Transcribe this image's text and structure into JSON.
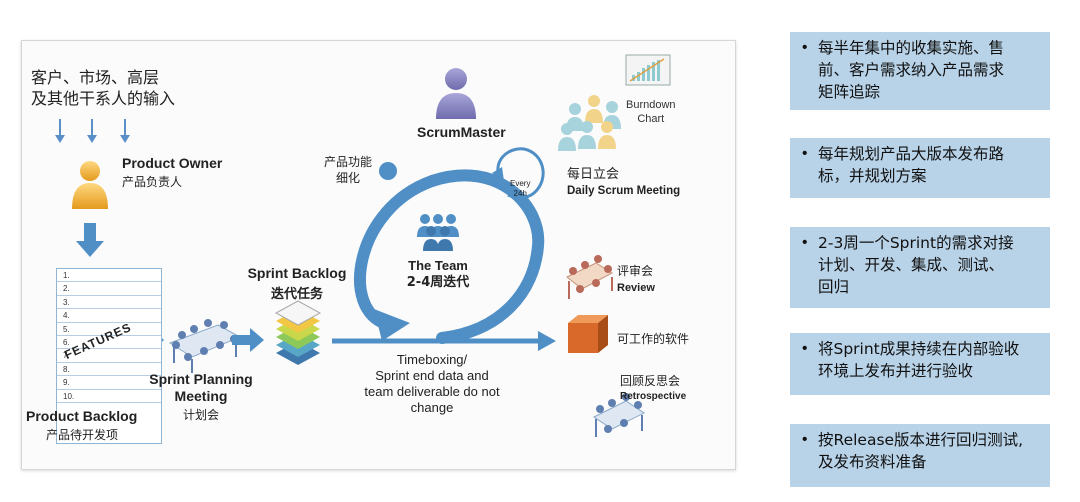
{
  "diagram": {
    "stakeholder_input": [
      "客户、市场、高层",
      "及其他干系人的输入"
    ],
    "product_owner": {
      "title": "Product Owner",
      "subtitle": "产品负责人"
    },
    "scrum_master": "ScrumMaster",
    "burndown": [
      "Burndown",
      "Chart"
    ],
    "daily_scrum": {
      "zh": "每日立会",
      "en": "Daily Scrum Meeting"
    },
    "refine": [
      "产品功能",
      "细化"
    ],
    "every": [
      "Every",
      "24h"
    ],
    "team": [
      "The Team",
      "2-4周迭代"
    ],
    "backlog_items": [
      "1.",
      "2.",
      "3.",
      "4.",
      "5.",
      "6.",
      "7.",
      "8.",
      "9.",
      "10."
    ],
    "features_label": "FEATURES",
    "product_backlog": {
      "title": "Product  Backlog",
      "subtitle": "产品待开发项"
    },
    "sprint_planning": {
      "title": [
        "Sprint Planning",
        "Meeting"
      ],
      "subtitle": "计划会"
    },
    "sprint_backlog": {
      "title": "Sprint Backlog",
      "subtitle": "迭代任务"
    },
    "timeboxing": [
      "Timeboxing/",
      "Sprint end data and",
      "team deliverable do not",
      "change"
    ],
    "review": {
      "zh": "评审会",
      "en": "Review"
    },
    "working_software": "可工作的软件",
    "retrospective": {
      "zh": "回顾反思会",
      "en": "Retrospective"
    }
  },
  "notes": [
    [
      "每半年集中的收集实施、售",
      "前、客户需求纳入产品需求",
      "矩阵追踪"
    ],
    [
      "每年规划产品大版本发布路",
      "标，并规划方案"
    ],
    [
      "2-3周一个Sprint的需求对接",
      "计划、开发、集成、测试、",
      "回归"
    ],
    [
      "将Sprint成果持续在内部验收",
      "环境上发布并进行验收"
    ],
    [
      "按Release版本进行回归测试,",
      "及发布资料准备"
    ]
  ],
  "bullet": "•",
  "colors": {
    "cycle": "#4f8fc6",
    "note_bg": "#b8d2e8",
    "person": "#f2b544",
    "crate": "#d9692a"
  }
}
